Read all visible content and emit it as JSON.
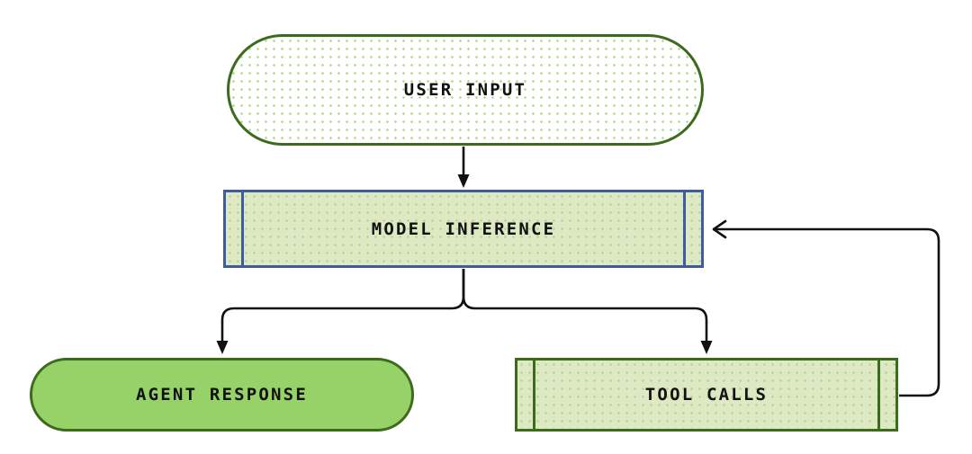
{
  "diagram": {
    "title": "Agent loop flowchart",
    "type": "flowchart",
    "background_color": "#ffffff",
    "nodes": [
      {
        "id": "user-input",
        "label": "USER INPUT",
        "shape": "stadium",
        "fill": "#ffffff",
        "pattern": "dots",
        "pattern_color": "#b7dd94",
        "border_color": "#3d6b1e"
      },
      {
        "id": "model-inference",
        "label": "MODEL INFERENCE",
        "shape": "subroutine",
        "fill": "#dde9c2",
        "pattern": "dots",
        "pattern_color": "#bfd09a",
        "border_color": "#3f5d9e"
      },
      {
        "id": "agent-response",
        "label": "AGENT RESPONSE",
        "shape": "stadium",
        "fill": "#97d269",
        "pattern": "none",
        "border_color": "#3d6b1e"
      },
      {
        "id": "tool-calls",
        "label": "TOOL CALLS",
        "shape": "subroutine",
        "fill": "#dde9c2",
        "pattern": "dots",
        "pattern_color": "#bfd09a",
        "border_color": "#3d6b1e"
      }
    ],
    "edges": [
      {
        "id": "user-input-to-model-inference",
        "from": "user-input",
        "to": "model-inference",
        "label": "",
        "arrowhead": "filled",
        "color": "#111111"
      },
      {
        "id": "model-inference-to-agent-response",
        "from": "model-inference",
        "to": "agent-response",
        "label": "",
        "arrowhead": "filled",
        "color": "#111111"
      },
      {
        "id": "model-inference-to-tool-calls",
        "from": "model-inference",
        "to": "tool-calls",
        "label": "",
        "arrowhead": "filled",
        "color": "#111111"
      },
      {
        "id": "tool-calls-to-model-inference",
        "from": "tool-calls",
        "to": "model-inference",
        "label": "",
        "arrowhead": "open",
        "color": "#111111"
      }
    ]
  }
}
